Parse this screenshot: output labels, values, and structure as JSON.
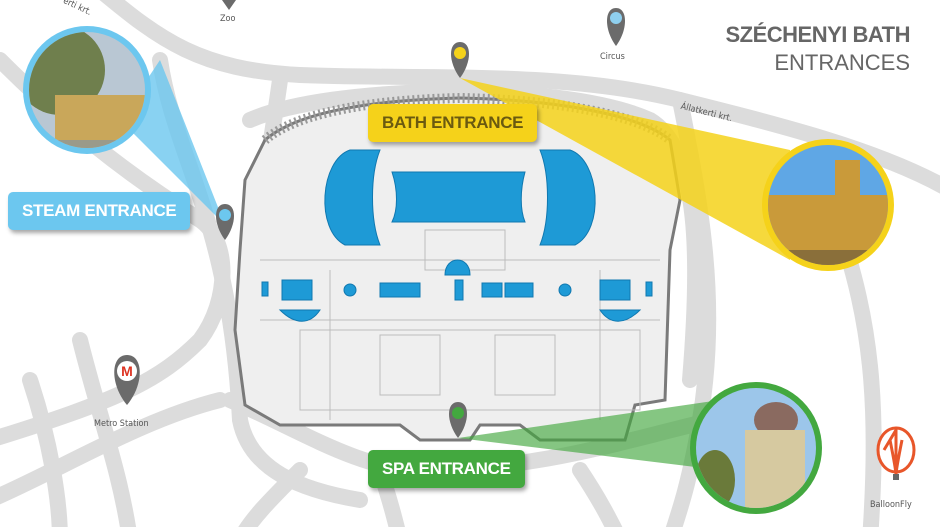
{
  "title": {
    "line1": "SZÉCHENYI BATH",
    "line2": "ENTRANCES"
  },
  "streets": {
    "top_left": "erti krt.",
    "right": "Állatkerti krt."
  },
  "landmarks": {
    "zoo": "Zoo",
    "circus": "Circus",
    "metro": "Metro Station",
    "metro_icon_letter": "M",
    "balloon": "BalloonFly"
  },
  "entrances": {
    "bath": "BATH ENTRANCE",
    "steam": "STEAM ENTRANCE",
    "spa": "SPA ENTRANCE"
  },
  "colors": {
    "bath": "#f5d21a",
    "steam": "#6cc7ef",
    "spa": "#43a83f",
    "road": "#dcdcdc",
    "pool": "#1e9ad6",
    "pin": "#6b6b6b"
  }
}
